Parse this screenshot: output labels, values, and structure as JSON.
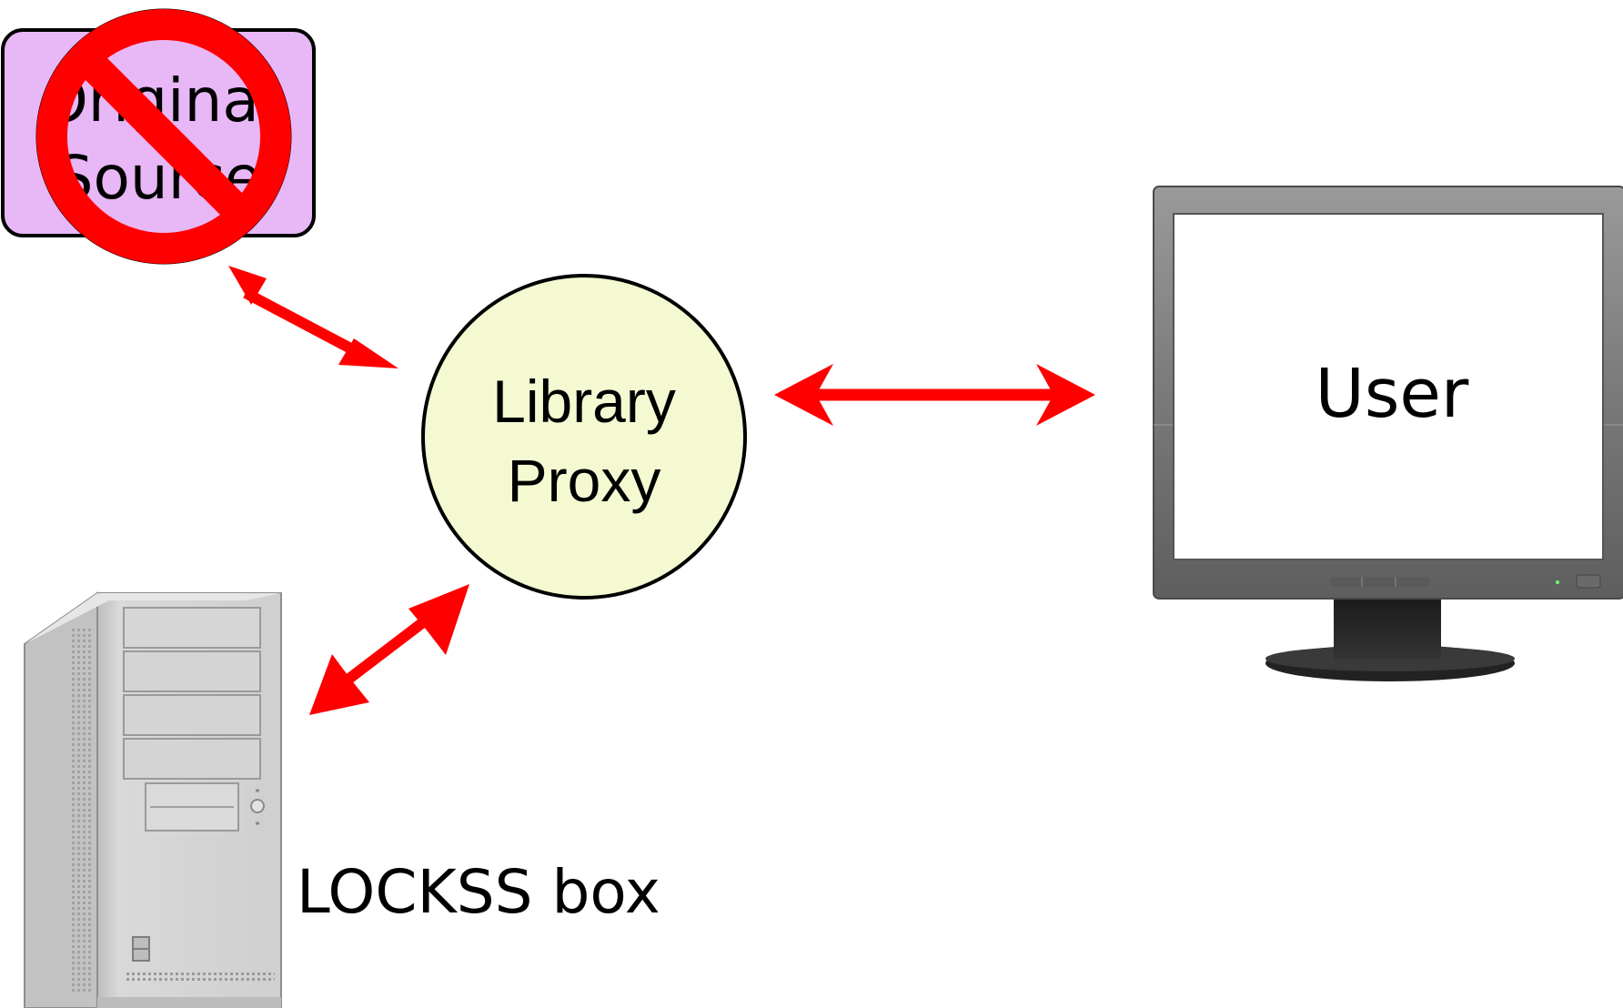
{
  "colors": {
    "arrow": "#ff0000",
    "no_sign": "#ff0000",
    "original_source_fill": "#e8b7f6",
    "proxy_fill": "#f4f9d2",
    "outline": "#000000",
    "monitor_bezel": "#7d7d7d",
    "monitor_screen": "#ffffff",
    "tower_body": "#d8d8d8"
  },
  "icons": {
    "original_source": "rounded-box-with-prohibition-sign",
    "library_proxy": "circle",
    "user": "computer-monitor-icon",
    "lockss_box": "tower-computer-icon",
    "links": "double-headed-arrow"
  },
  "nodes": {
    "original_source": {
      "line1": "Original",
      "line2": "Source"
    },
    "library_proxy": {
      "line1": "Library",
      "line2": "Proxy"
    },
    "user": {
      "label": "User"
    },
    "lockss_box": {
      "label": "LOCKSS box"
    }
  }
}
